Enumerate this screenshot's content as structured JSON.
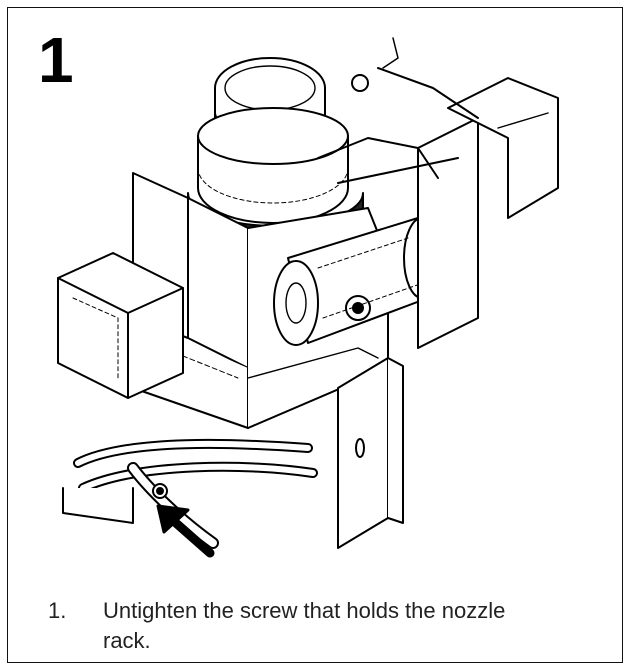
{
  "step": {
    "number": "1"
  },
  "instructions": [
    {
      "index": "1.",
      "text": "Untighten the screw that holds the nozzle rack."
    }
  ],
  "figure": {
    "arrow_icon": "arrow-up-left-icon"
  }
}
